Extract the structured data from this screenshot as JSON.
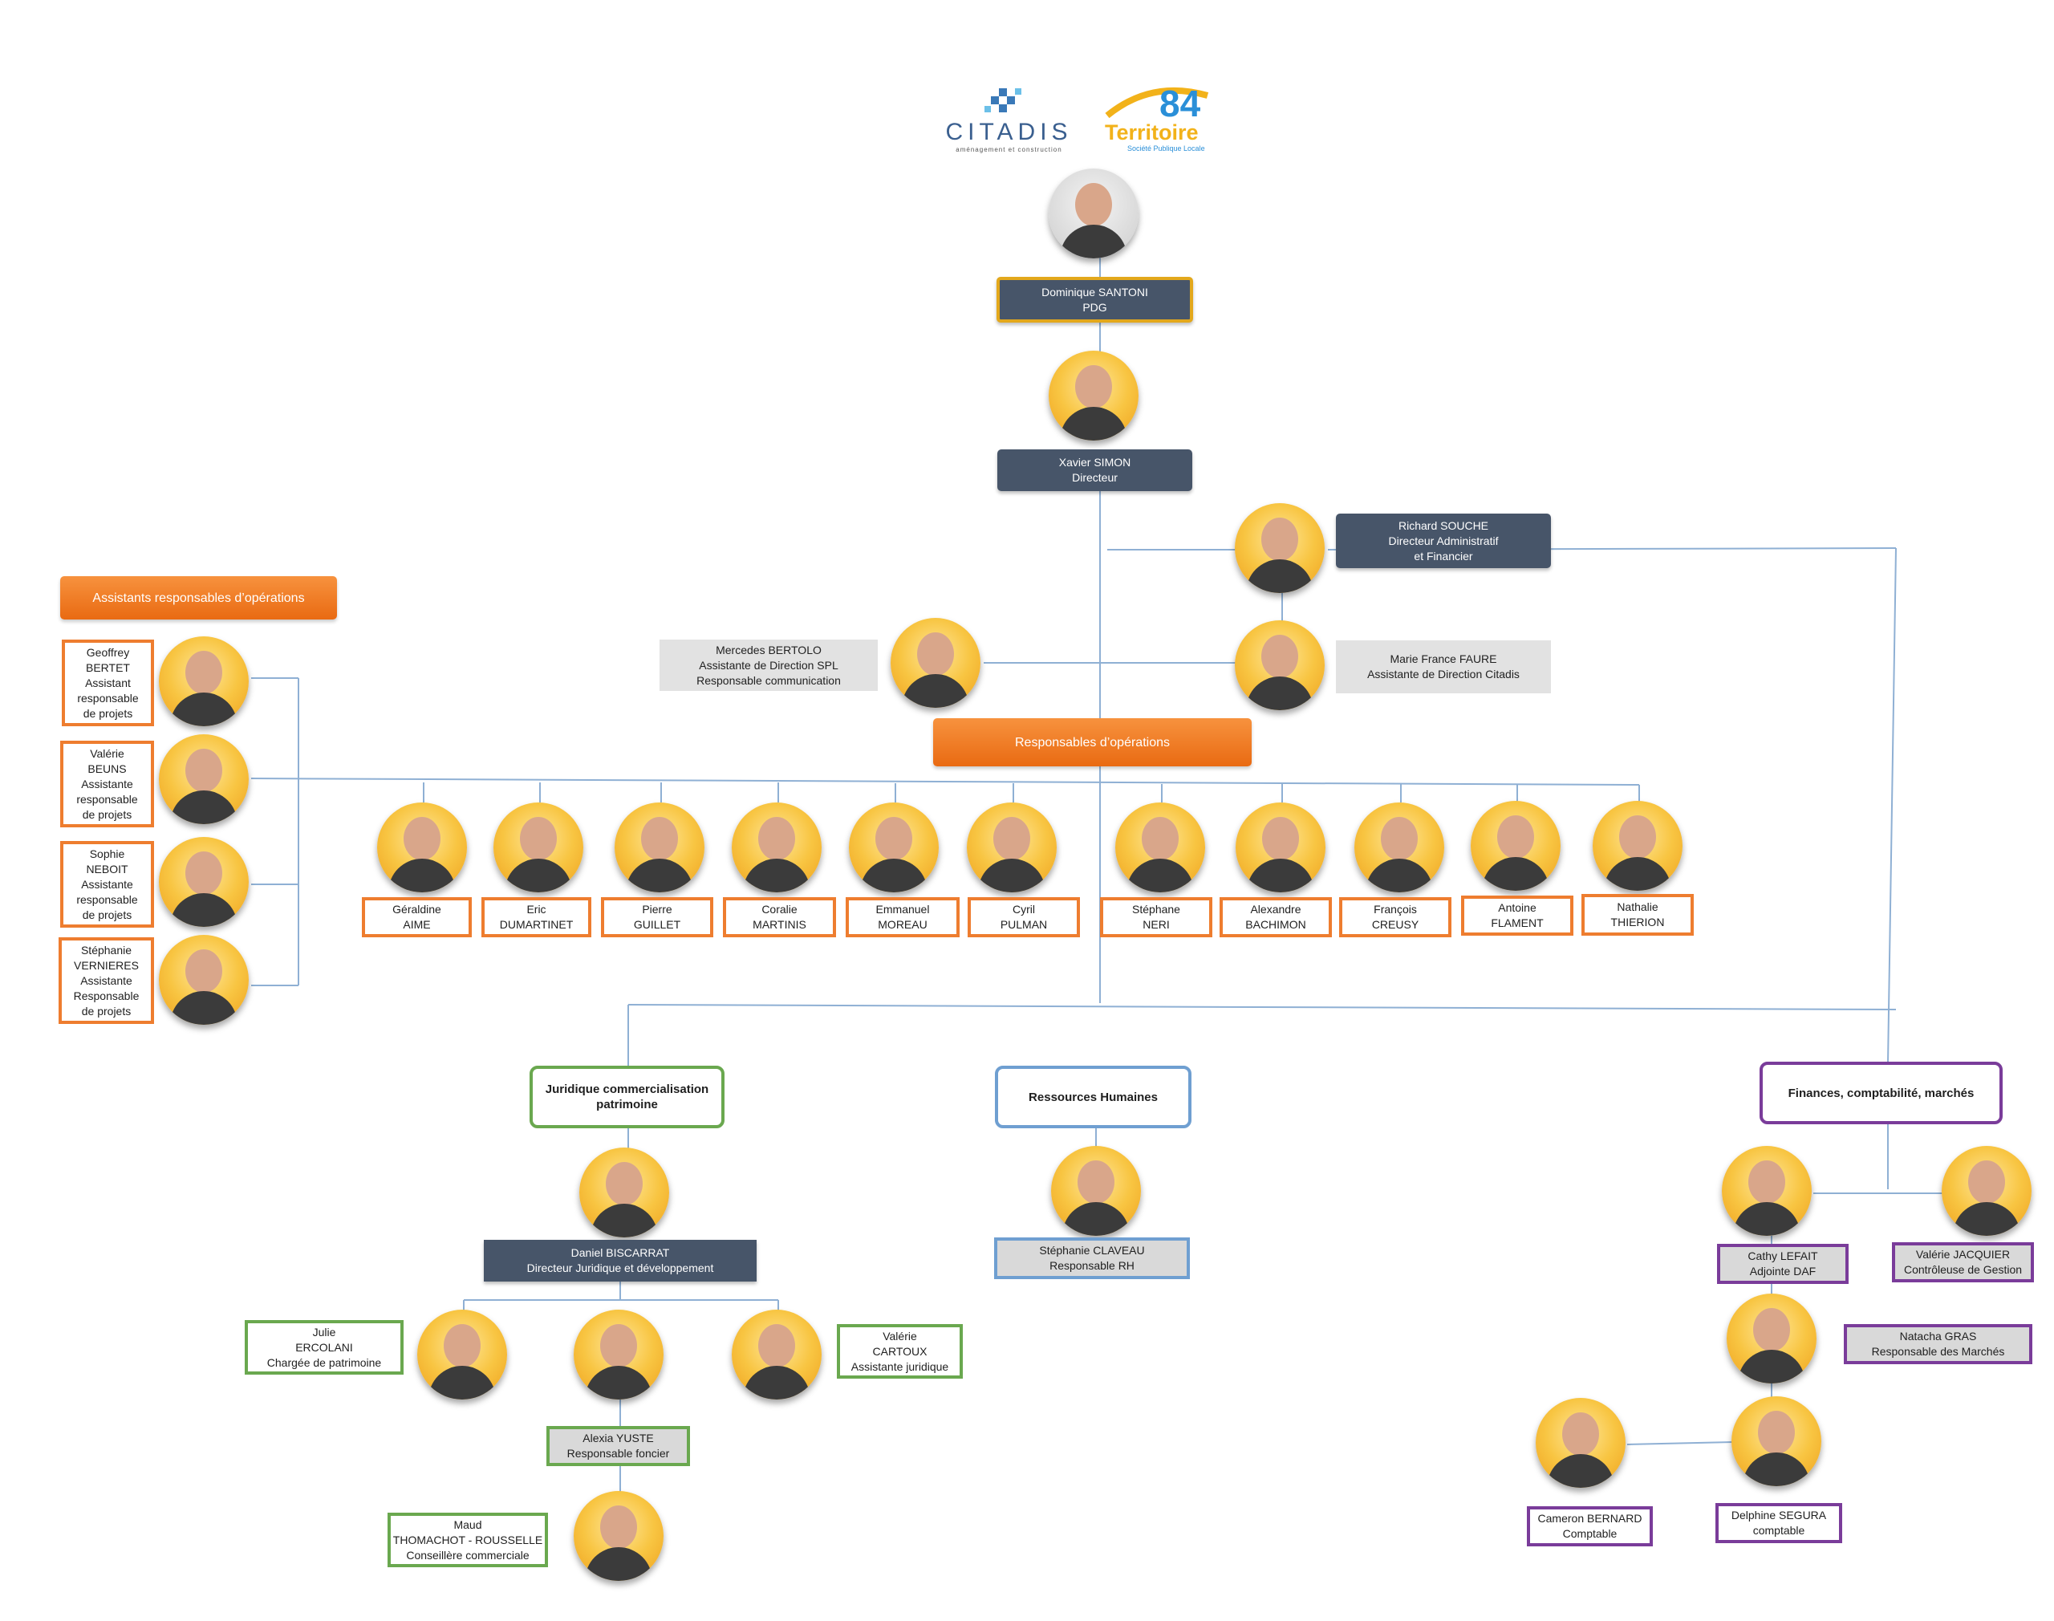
{
  "logos": {
    "citadis": {
      "name": "CITADIS",
      "tagline": "aménagement et construction"
    },
    "territoire": {
      "number": "84",
      "name": "Territoire",
      "tagline": "Société Publique Locale"
    }
  },
  "headings": {
    "assistants": "Assistants responsables d’opérations",
    "responsables": "Responsables d’opérations",
    "juridique": [
      "Juridique commercialisation",
      "patrimoine"
    ],
    "rh": "Ressources Humaines",
    "finances": "Finances, comptabilité, marchés"
  },
  "leadership": {
    "pdg": [
      "Dominique SANTONI",
      "PDG"
    ],
    "directeur": [
      "Xavier SIMON",
      "Directeur"
    ],
    "daf": [
      "Richard SOUCHE",
      "Directeur Administratif",
      "et Financier"
    ],
    "assistante_spl": [
      "Mercedes BERTOLO",
      "Assistante de Direction SPL",
      "Responsable communication"
    ],
    "assistante_citadis": [
      "Marie France FAURE",
      "Assistante de Direction Citadis"
    ]
  },
  "assistants": [
    [
      "Geoffrey",
      "BERTET",
      "Assistant",
      "responsable",
      "de projets"
    ],
    [
      "Valérie",
      "BEUNS",
      "Assistante",
      "responsable",
      "de projets"
    ],
    [
      "Sophie",
      "NEBOIT",
      "Assistante",
      "responsable",
      "de projets"
    ],
    [
      "Stéphanie",
      "VERNIERES",
      "Assistante",
      "Responsable",
      "de projets"
    ]
  ],
  "responsables": [
    [
      "Géraldine",
      "AIME"
    ],
    [
      "Eric",
      "DUMARTINET"
    ],
    [
      "Pierre",
      "GUILLET"
    ],
    [
      "Coralie",
      "MARTINIS"
    ],
    [
      "Emmanuel",
      "MOREAU"
    ],
    [
      "Cyril",
      "PULMAN"
    ],
    [
      "Stéphane",
      "NERI"
    ],
    [
      "Alexandre",
      "BACHIMON"
    ],
    [
      "François",
      "CREUSY"
    ],
    [
      "Antoine",
      "FLAMENT"
    ],
    [
      "Nathalie",
      "THIERION"
    ]
  ],
  "juridique": {
    "head": [
      "Daniel BISCARRAT",
      "Directeur Juridique et développement"
    ],
    "julie": [
      "Julie",
      "ERCOLANI",
      "Chargée de patrimoine"
    ],
    "valerie": [
      "Valérie",
      "CARTOUX",
      "Assistante juridique"
    ],
    "alexia": [
      "Alexia YUSTE",
      "Responsable foncier"
    ],
    "maud": [
      "Maud",
      "THOMACHOT - ROUSSELLE",
      "Conseillère commerciale"
    ]
  },
  "rh": {
    "stephanie": [
      "Stéphanie  CLAVEAU",
      "Responsable RH"
    ]
  },
  "finances": {
    "cathy": [
      "Cathy LEFAIT",
      "Adjointe DAF"
    ],
    "valerie": [
      "Valérie JACQUIER",
      "Contrôleuse de Gestion"
    ],
    "natacha": [
      "Natacha GRAS",
      "Responsable des Marchés"
    ],
    "cameron": [
      "Cameron BERNARD",
      "Comptable"
    ],
    "delphine": [
      "Delphine SEGURA",
      "comptable"
    ]
  },
  "colors": {
    "dark": "#475569",
    "orange": "#ee7d2f",
    "gold": "#e3a81c",
    "green": "#6aa84f",
    "blue": "#6f9fd1",
    "purple": "#7a3c9a",
    "line": "#8fb0d4"
  }
}
